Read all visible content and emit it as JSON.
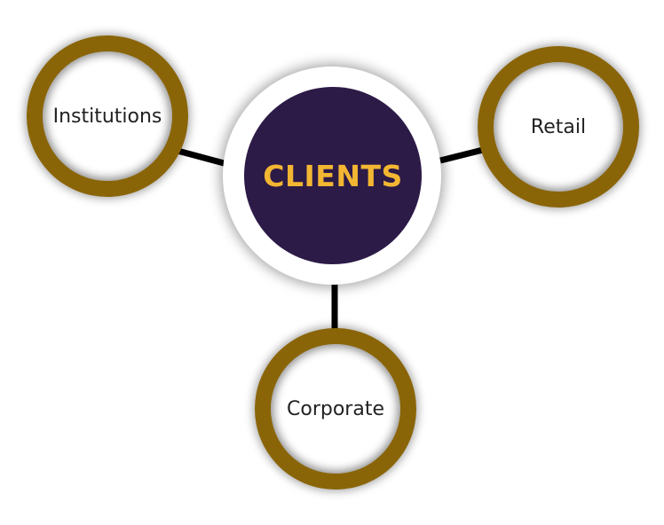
{
  "center": {
    "label": "CLIENTS"
  },
  "nodes": [
    {
      "id": "institutions",
      "label": "Institutions"
    },
    {
      "id": "retail",
      "label": "Retail"
    },
    {
      "id": "corporate",
      "label": "Corporate"
    }
  ],
  "colors": {
    "center_fill": "#2c1a47",
    "center_text": "#f2b632",
    "node_ring": "#8a6508",
    "connector": "#000000"
  }
}
